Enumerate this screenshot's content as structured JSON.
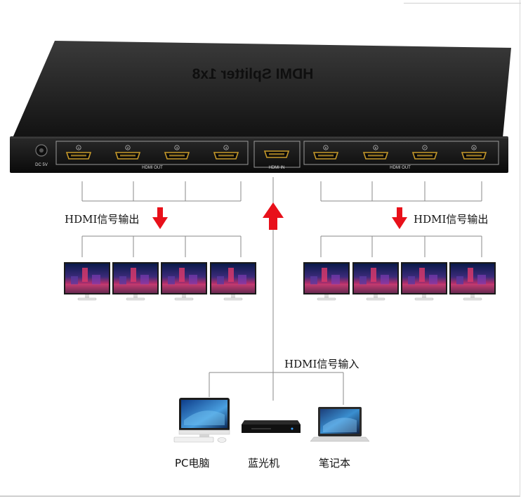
{
  "device": {
    "title_mirrored": "HDMI Splitter 1x8",
    "dc_label": "DC 5V",
    "hdmi_out_label": "HDMI OUT",
    "hdmi_in_label": "HDMI IN",
    "port_numbers": [
      "1",
      "2",
      "3",
      "4",
      "5",
      "6",
      "7",
      "8"
    ]
  },
  "labels": {
    "output_left": "HDMI信号输出",
    "output_right": "HDMI信号输出",
    "input": "HDMI信号输入"
  },
  "sources": [
    {
      "name": "PC电脑",
      "icon": "desktop-pc-icon"
    },
    {
      "name": "蓝光机",
      "icon": "bluray-player-icon"
    },
    {
      "name": "笔记本",
      "icon": "laptop-icon"
    }
  ],
  "colors": {
    "arrow": "#e8101a",
    "device_body": "#1a1a1a",
    "connector_line": "#8a8a8a"
  }
}
